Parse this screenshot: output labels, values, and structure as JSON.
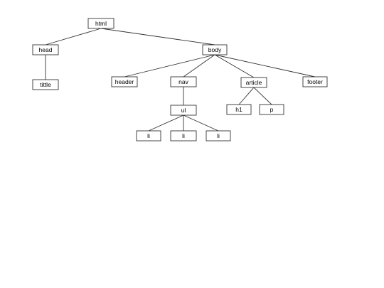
{
  "diagram": {
    "type": "tree",
    "root": "html",
    "colors": {
      "line": "#333333",
      "box_stroke": "#333333",
      "box_fill": "#ffffff",
      "text": "#000000"
    },
    "nodes": [
      {
        "id": "html",
        "label": "html"
      },
      {
        "id": "head",
        "label": "head",
        "parent": "html"
      },
      {
        "id": "body",
        "label": "body",
        "parent": "html"
      },
      {
        "id": "tittle",
        "label": "tittle",
        "parent": "head"
      },
      {
        "id": "header",
        "label": "header",
        "parent": "body"
      },
      {
        "id": "nav",
        "label": "nav",
        "parent": "body"
      },
      {
        "id": "article",
        "label": "article",
        "parent": "body"
      },
      {
        "id": "footer",
        "label": "footer",
        "parent": "body"
      },
      {
        "id": "ul",
        "label": "ul",
        "parent": "nav"
      },
      {
        "id": "h1",
        "label": "h1",
        "parent": "article"
      },
      {
        "id": "p",
        "label": "p",
        "parent": "article"
      },
      {
        "id": "li1",
        "label": "li",
        "parent": "ul"
      },
      {
        "id": "li2",
        "label": "li",
        "parent": "ul"
      },
      {
        "id": "li3",
        "label": "li",
        "parent": "ul"
      }
    ]
  }
}
